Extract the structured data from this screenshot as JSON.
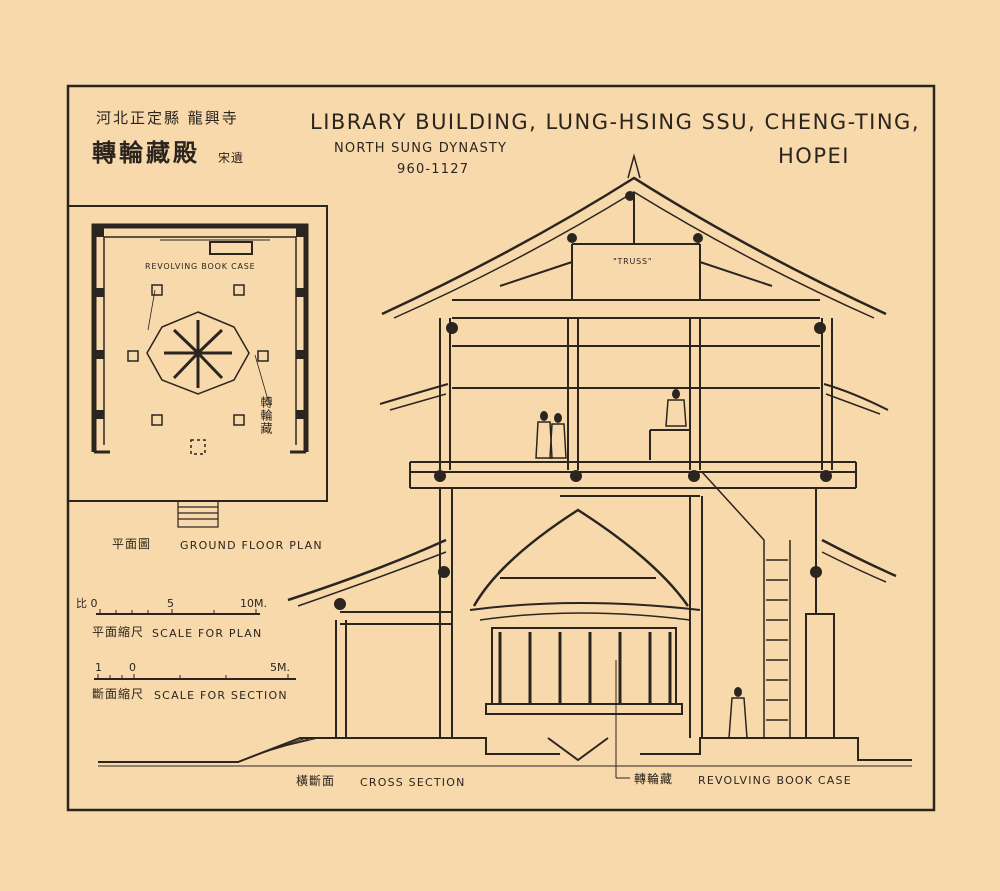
{
  "title": {
    "chinese_line1": "河北正定縣 龍興寺",
    "chinese_line2": "轉輪藏殿",
    "chinese_suffix": "宋遺",
    "english_line1": "LIBRARY BUILDING, LUNG-HSING SSU, CHENG-TING,",
    "english_line2_left": "NORTH SUNG DYNASTY",
    "english_line2_right": "HOPEI",
    "years": "960-1127"
  },
  "plan": {
    "label_book_case": "REVOLVING BOOK CASE",
    "vertical_label": "轉輪藏",
    "caption_chinese": "平面圖",
    "caption_english": "GROUND FLOOR PLAN"
  },
  "scale_plan": {
    "prefix": "比 0",
    "tick_5": "5",
    "tick_10": "10M.",
    "caption_chinese": "平面縮尺",
    "caption_english": "SCALE FOR PLAN"
  },
  "scale_section": {
    "tick_1": "1",
    "tick_0": "0",
    "tick_5": "5M.",
    "caption_chinese": "斷面縮尺",
    "caption_english": "SCALE FOR SECTION"
  },
  "section": {
    "truss_label": "\"TRUSS\"",
    "caption_chinese": "橫斷面",
    "caption_english": "CROSS SECTION",
    "bookcase_chinese": "轉輪藏",
    "bookcase_english": "REVOLVING BOOK CASE"
  }
}
